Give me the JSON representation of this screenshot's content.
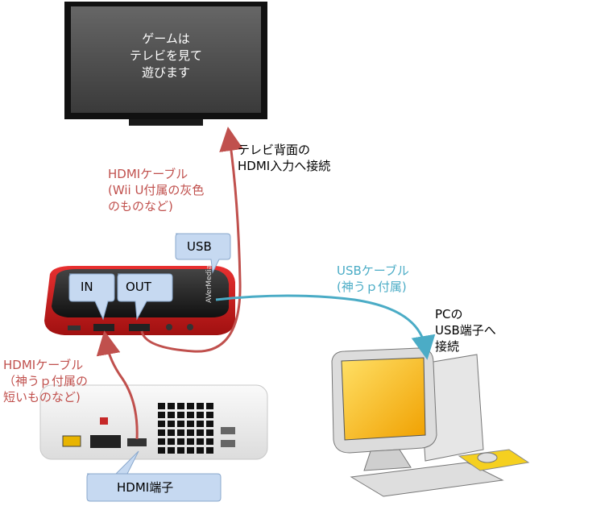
{
  "tv": {
    "screen_text": "ゲームは\nテレビを見て\n遊びます"
  },
  "labels": {
    "tv_connection": "テレビ背面の\nHDMI入力へ接続",
    "hdmi_cable_top": "HDMIケーブル\n(Wii U付属の灰色\nのものなど)",
    "usb_cable": "USBケーブル\n(神うｐ付属)",
    "pc_port": "PCの\nUSB端子へ\n接続",
    "hdmi_cable_bottom": "HDMIケーブル\n（神うｐ付属の\n短いものなど)"
  },
  "callouts": {
    "usb": "USB",
    "in": "IN",
    "out": "OUT",
    "hdmi_port": "HDMI端子"
  },
  "device": {
    "brand": "AVerMedia"
  },
  "colors": {
    "hdmi_cable": "#c0504d",
    "usb_cable": "#4bacc6",
    "hdmi_label": "#c0504d",
    "usb_label": "#4bacc6",
    "callout_fill": "#c6d9f1",
    "device_red": "#d42020"
  }
}
